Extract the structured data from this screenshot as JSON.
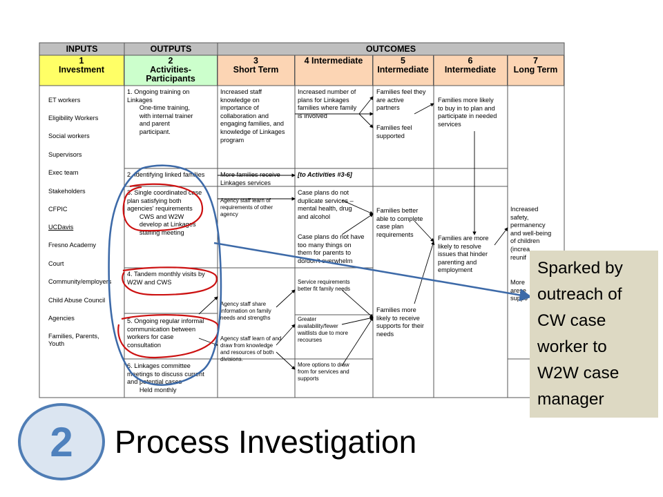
{
  "logic_model": {
    "group_headers": {
      "inputs": "INPUTS",
      "outputs": "OUTPUTS",
      "outcomes": "OUTCOMES"
    },
    "columns": [
      {
        "num": "1",
        "label": "Investment",
        "color": "#ffff66"
      },
      {
        "num": "2",
        "label": "Activities-\nParticipants",
        "color": "#ccffcc"
      },
      {
        "num": "3",
        "label": "Short Term",
        "color": "#fcd5b4"
      },
      {
        "num": "",
        "label": "4 Intermediate",
        "color": "#fcd5b4"
      },
      {
        "num": "5",
        "label": "Intermediate",
        "color": "#fcd5b4"
      },
      {
        "num": "6",
        "label": "Intermediate",
        "color": "#fcd5b4"
      },
      {
        "num": "7",
        "label": "Long Term",
        "color": "#fcd5b4"
      }
    ],
    "inputs": [
      "ET workers",
      "Eligibility Workers",
      "Social workers",
      "Supervisors",
      "Exec team",
      "Stakeholders",
      "CFPIC",
      "UCDavis",
      "Fresno Academy",
      "Court",
      "Community/employers",
      "Child Abuse Council",
      "Agencies",
      "Families, Parents,\nYouth"
    ],
    "activities": [
      "1. Ongoing training on\nLinkages\n       One-time training,\n       with internal trainer\n       and parent\n       participant.",
      "2. Identifying linked families",
      "3. Single coordinated case\nplan satisfying both\nagencies' requirements\n       CWS and W2W\n       develop at Linkages\n       staffing meeting",
      "4. Tandem monthly visits by\nW2W and CWS",
      "5. Ongoing regular informal\ncommunication between\nworkers for case\nconsultation",
      "6. Linkages committee\nmeetings to discuss current\nand potential cases\n       Held monthly"
    ],
    "short_term": [
      "Increased staff\nknowledge on\nimportance of\ncollaboration and\nengaging families, and\nknowledge of Linkages\nprogram",
      "More families receive\nLinkages services",
      "Agency staff learn of\nrequirements of other\nagency",
      "Agency staff share\ninformation on family\nneeds and strengths",
      "Agency staff learn of and\ndraw from knowledge\nand resources of both\ndivisions."
    ],
    "intermediate4": [
      "Increased number of\nplans for Linkages\nfamilies where family\nis involved",
      "[to Activities #3-6]",
      "Case plans do not\nduplicate services –\nmental health, drug\nand alcohol",
      "Case plans do not have\ntoo many things on\nthem for parents to\ndo/don't overwhelm",
      "Service requirements\nbetter fit family needs",
      "Greater\navailability/fewer\nwaitlists due to more\nrecourses",
      "More options to draw\nfrom for services and\nsupports"
    ],
    "intermediate5": [
      "Families feel they\nare active\npartners",
      "Families feel\nsupported",
      "Families better\nable to complete\ncase plan\nrequirements",
      "Families more\nlikely to receive\nsupports for their\nneeds"
    ],
    "intermediate6": [
      "Families more likely\nto buy in to plan and\nparticipate in needed\nservices",
      "Families are more\nlikely to resolve\nissues that hinder\nparenting and\nemployment"
    ],
    "long_term": [
      "Increased\nsafety,\npermanency\nand well-being\nof children\n(increa\nreunif",
      "More\narese\nsuppo"
    ]
  },
  "callout": "Sparked by\noutreach of\nCW case\nworker to\nW2W case\nmanager",
  "step_number": "2",
  "title": "Process Investigation",
  "colors": {
    "annotation_red": "#cc1111",
    "annotation_blue": "#3d6aa8",
    "callout_bg": "#ddd9c3",
    "badge_fill": "#dbe5f1"
  }
}
